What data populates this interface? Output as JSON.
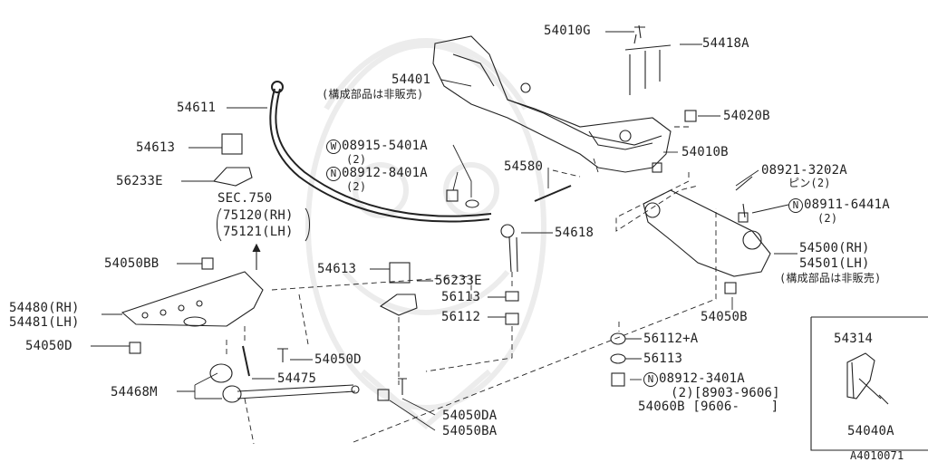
{
  "diagram_id": "A4010071",
  "colors": {
    "line": "#222222",
    "highlight": "#a9a9e3",
    "watermark": "#ececec"
  },
  "parts": {
    "p54010G": "54010G",
    "p54418A": "54418A",
    "p54401": "54401",
    "p54401_note": "(構成部品は非販売)",
    "p54020B": "54020B",
    "p54611": "54611",
    "p54613_top": "54613",
    "p56233E_top": "56233E",
    "p08915": "08915-5401A",
    "p08915_qty": "(2)",
    "p08912_8401": "08912-8401A",
    "p08912_8401_qty": "(2)",
    "p54580": "54580",
    "p54010B": "54010B",
    "p08921": "08921-3202A",
    "p08921_note": "ピン(2)",
    "p08911": "08911-6441A",
    "p08911_qty": "(2)",
    "sec_title": "SEC.750",
    "sec_rh": "75120(RH)",
    "sec_lh": "75121(LH)",
    "p54618": "54618",
    "p54500": "54500(RH)",
    "p54501": "54501(LH)",
    "p54500_note": "(構成部品は非販売)",
    "p54050BB": "54050BB",
    "p54613_mid": "54613",
    "p56233E_mid": "56233E",
    "p56113_mid": "56113",
    "p56112": "56112",
    "p54480": "54480(RH)",
    "p54481": "54481(LH)",
    "p54050B": "54050B",
    "p54050D_left": "54050D",
    "p54050D_mid": "54050D",
    "p54475": "54475",
    "p56112A": "56112+A",
    "p56113_right": "56113",
    "p08912_3401": "08912-3401A",
    "p08912_3401_qty": "(2)[8903-9606]",
    "p54060B_part": "54060",
    "p54060B_rest": "B [9606-    ]",
    "p54468M": "54468M",
    "p54050DA": "54050DA",
    "p54050BA": "54050BA",
    "p54314": "54314",
    "p54040A": "54040A"
  }
}
